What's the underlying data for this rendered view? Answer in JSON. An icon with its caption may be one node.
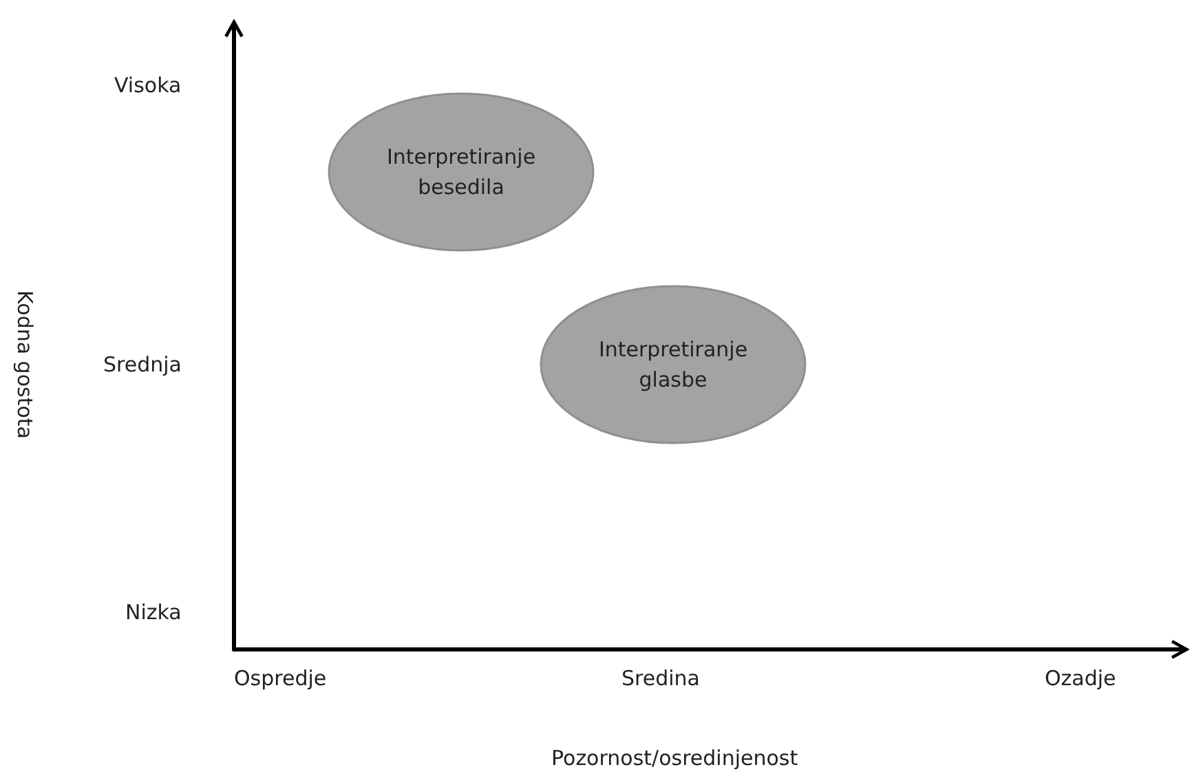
{
  "diagram": {
    "nodes": [
      {
        "text": [
          "Interpretiranje besedila"
        ]
      },
      {
        "text": [
          "Interpretiranje glasbe"
        ]
      }
    ],
    "labels": [
      "Visoka",
      "Srednja",
      "Nizka",
      "Kodna gostota",
      "Ospredje",
      "Sredina",
      "Ozadje",
      "Pozornost/osredinjenost"
    ]
  }
}
